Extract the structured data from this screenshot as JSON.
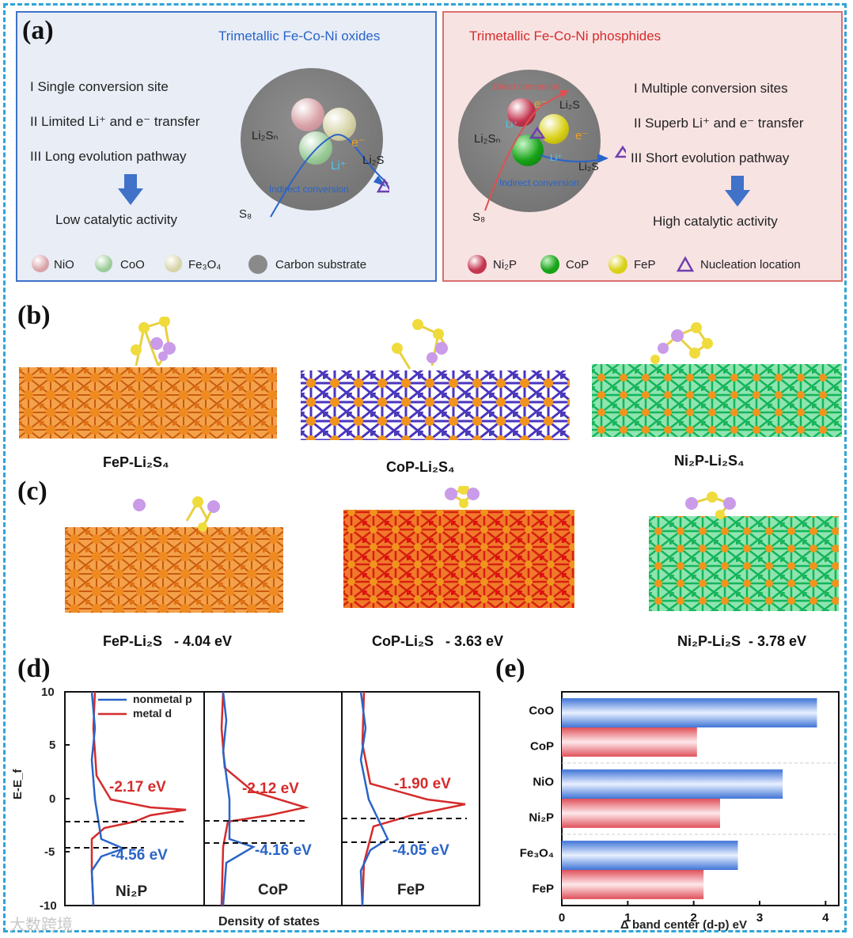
{
  "panel_labels": {
    "a": "(a)",
    "b": "(b)",
    "c": "(c)",
    "d": "(d)",
    "e": "(e)"
  },
  "oxides": {
    "title": "Trimetallic Fe-Co-Ni oxides",
    "items": [
      "I Single conversion site",
      "II Limited Li⁺ and e⁻ transfer",
      "III Long evolution pathway"
    ],
    "result": "Low catalytic activity",
    "diagram": {
      "li2sn": "Li₂Sₙ",
      "e": "e⁻",
      "li": "Li⁺",
      "li2s": "Li₂S",
      "path": "Indirect conversion",
      "s8": "S₈"
    },
    "legend": [
      "NiO",
      "CoO",
      "Fe₃O₄",
      "Carbon substrate"
    ]
  },
  "phosphides": {
    "title": "Trimetallic Fe-Co-Ni phosphides",
    "items": [
      "I Multiple conversion sites",
      "II Superb Li⁺ and e⁻ transfer",
      "III Short evolution pathway"
    ],
    "result": "High catalytic activity",
    "diagram": {
      "direct": "Direct conversion",
      "li2sn": "Li₂Sₙ",
      "e1": "e⁻",
      "e2": "e⁻",
      "li1": "Li⁺",
      "li2": "Li⁺",
      "li2s_top": "Li₂S",
      "li2s_right": "Li₂S",
      "path": "Indirect conversion",
      "s8": "S₈"
    },
    "legend": [
      "Ni₂P",
      "CoP",
      "FeP",
      "Nucleation location"
    ]
  },
  "colors": {
    "nio": "#d9a3a8",
    "coo": "#9ccc9a",
    "fe3o4": "#d6d4a8",
    "carbon": "#8a8a8a",
    "ni2p": "#c4354e",
    "cop": "#17a317",
    "fep": "#d9d117",
    "nucleation": "#6f3fb0"
  },
  "row_b": [
    "FeP-Li₂S₄",
    "CoP-Li₂S₄",
    "Ni₂P-Li₂S₄"
  ],
  "row_c": [
    "FeP-Li₂S   - 4.04 eV",
    "CoP-Li₂S   - 3.63 eV",
    "Ni₂P-Li₂S  - 3.78 eV"
  ],
  "dos": {
    "ylabel": "E-E_f",
    "xlabel": "Density of states",
    "yticks": [
      "10",
      "5",
      "0",
      "-5",
      "-10"
    ],
    "legend": [
      "nonmetal p",
      "metal d"
    ],
    "panels": [
      {
        "name": "Ni₂P",
        "metal_d": "-2.17 eV",
        "nonmetal_p": "-4.56 eV"
      },
      {
        "name": "CoP",
        "metal_d": "-2.12 eV",
        "nonmetal_p": "-4.16 eV"
      },
      {
        "name": "FeP",
        "metal_d": "-1.90 eV",
        "nonmetal_p": "-4.05 eV"
      }
    ]
  },
  "chart_data": {
    "type": "bar",
    "orientation": "horizontal",
    "categories": [
      "CoO",
      "CoP",
      "NiO",
      "Ni₂P",
      "Fe₃O₄",
      "FeP"
    ],
    "values": [
      3.87,
      2.05,
      3.35,
      2.4,
      2.67,
      2.15
    ],
    "xlabel": "Δ band center (d-p) eV",
    "xlim": [
      0,
      4.2
    ],
    "xticks": [
      "0",
      "1",
      "2",
      "3",
      "4"
    ],
    "bar_colors": [
      "#3f74d6",
      "#e0505a",
      "#3f74d6",
      "#e0505a",
      "#3f74d6",
      "#e0505a"
    ]
  },
  "watermark": "大数跨境"
}
